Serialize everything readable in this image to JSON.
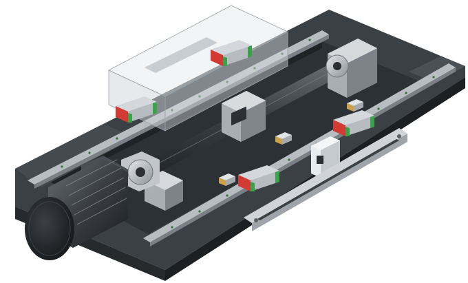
{
  "title": "",
  "colors": {
    "background": "#ffffff",
    "base_top": "#3b4044",
    "base_side": "#262a2d",
    "base_dark": "#1d2023",
    "base_inner": "#30353a",
    "rail": "#8a9096",
    "rail_light": "#b8bdc2",
    "rail_dots": "#3a6f3a",
    "block_red": "#d23a34",
    "block_green": "#3aa24a",
    "block_metal": "#c9cdd1",
    "screw_dark": "#2c3034",
    "screw_mid": "#4a4f55",
    "housing_metal": "#a9aeb3",
    "motor_dark": "#2a2d30",
    "carriage_glass": "#c7ccd1",
    "scale_frame": "#d0d4d8",
    "brass": "#c9a24a"
  },
  "components": [
    "base-frame",
    "linear-guide-rail-left",
    "linear-guide-rail-right",
    "bearing-block",
    "ball-screw",
    "ball-nut-housing",
    "fixed-end-support",
    "floating-end-support",
    "servo-motor",
    "transparent-carriage",
    "linear-scale",
    "scale-read-head",
    "limit-sensor"
  ]
}
